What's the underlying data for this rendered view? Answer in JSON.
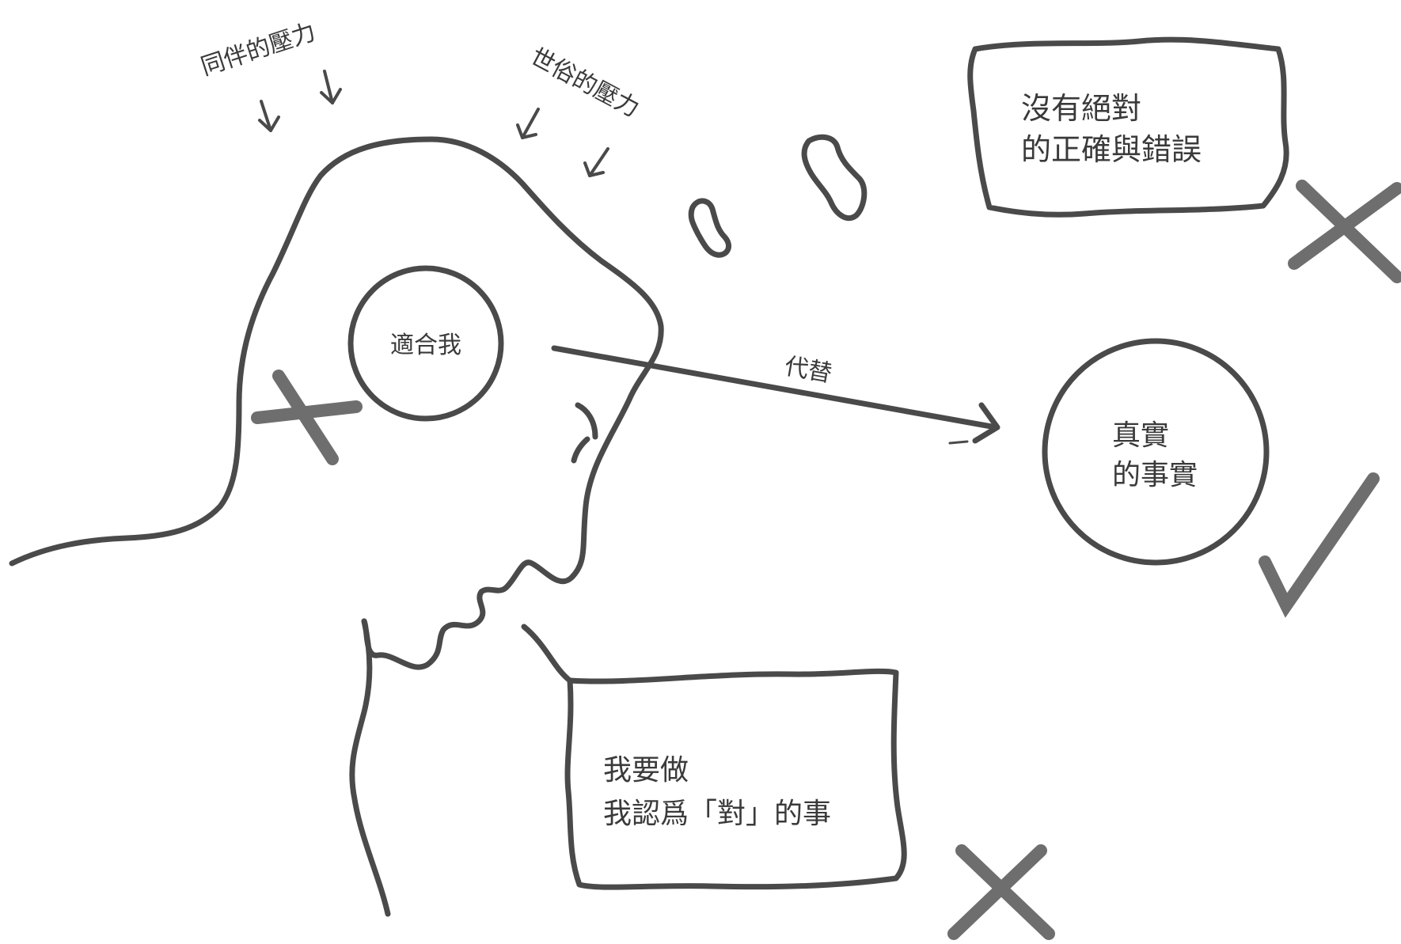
{
  "labels": {
    "peer_pressure": "同伴的壓力",
    "social_pressure": "世俗的壓力",
    "fits_me": "適合我",
    "replace": "代替",
    "no_absolute": [
      "沒有絕對",
      "的正確與錯誤"
    ],
    "true_fact": [
      "真實",
      "的事實"
    ],
    "i_do_right": [
      "我要做",
      "我認爲「對」的事"
    ]
  },
  "colors": {
    "stroke": "#4a4a4a",
    "mark": "#6e6e6e",
    "text": "#3a3a3a",
    "background": "#ffffff"
  }
}
